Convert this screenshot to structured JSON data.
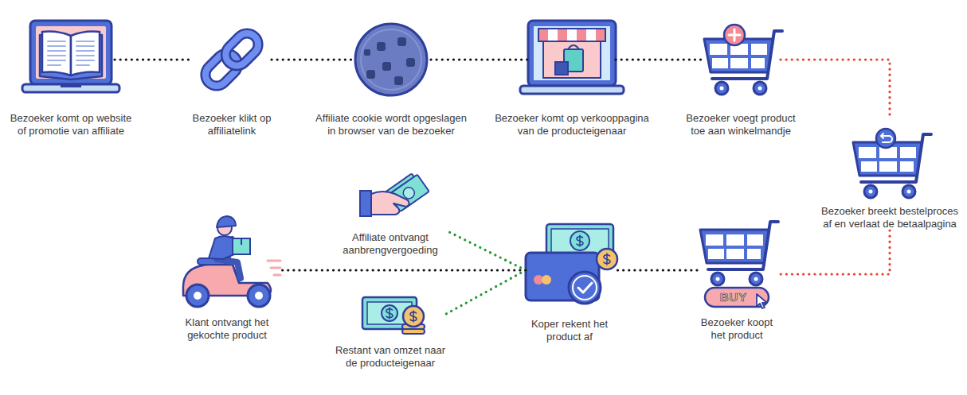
{
  "diagram": {
    "nodes": [
      {
        "text": [
          "Bezoeker komt op website of promotie van affiliate"
        ]
      },
      {
        "text": [
          "Bezoeker klikt op affiliatelink"
        ]
      },
      {
        "text": [
          "Affiliate cookie wordt opgeslagen in browser van de bezoeker"
        ]
      },
      {
        "text": [
          "Bezoeker komt op verkooppagina van de producteigenaar"
        ]
      },
      {
        "text": [
          "Bezoeker voegt product toe aan winkelmandje"
        ]
      },
      {
        "text": [
          "Bezoeker breekt bestelproces af en verlaat de betaalpagina"
        ]
      },
      {
        "text": [
          "Bezoeker koopt het product"
        ]
      },
      {
        "text": [
          "Koper rekent het product af"
        ]
      },
      {
        "text": [
          "Affiliate ontvangt aanbrengvergoeding"
        ]
      },
      {
        "text": [
          "Restant van omzet naar de producteigenaar"
        ]
      },
      {
        "text": [
          "Klant ontvangt het gekochte product"
        ]
      }
    ],
    "edges": [
      {
        "from": 0,
        "to": 1,
        "arrow": "none"
      },
      {
        "from": 1,
        "to": 2,
        "arrow": "none"
      },
      {
        "from": 2,
        "to": 3,
        "arrow": "none"
      },
      {
        "from": 3,
        "to": 4,
        "arrow": "none"
      },
      {
        "from": 4,
        "to": 5,
        "arrow": "none"
      },
      {
        "from": 5,
        "to": 6,
        "arrow": "none"
      },
      {
        "from": 6,
        "to": 7,
        "arrow": "none"
      },
      {
        "from": 7,
        "to": 8,
        "arrow": "none"
      },
      {
        "from": 7,
        "to": 9,
        "arrow": "none"
      },
      {
        "from": 7,
        "to": 10,
        "arrow": "none"
      }
    ],
    "labels": [
      "BUY"
    ]
  }
}
